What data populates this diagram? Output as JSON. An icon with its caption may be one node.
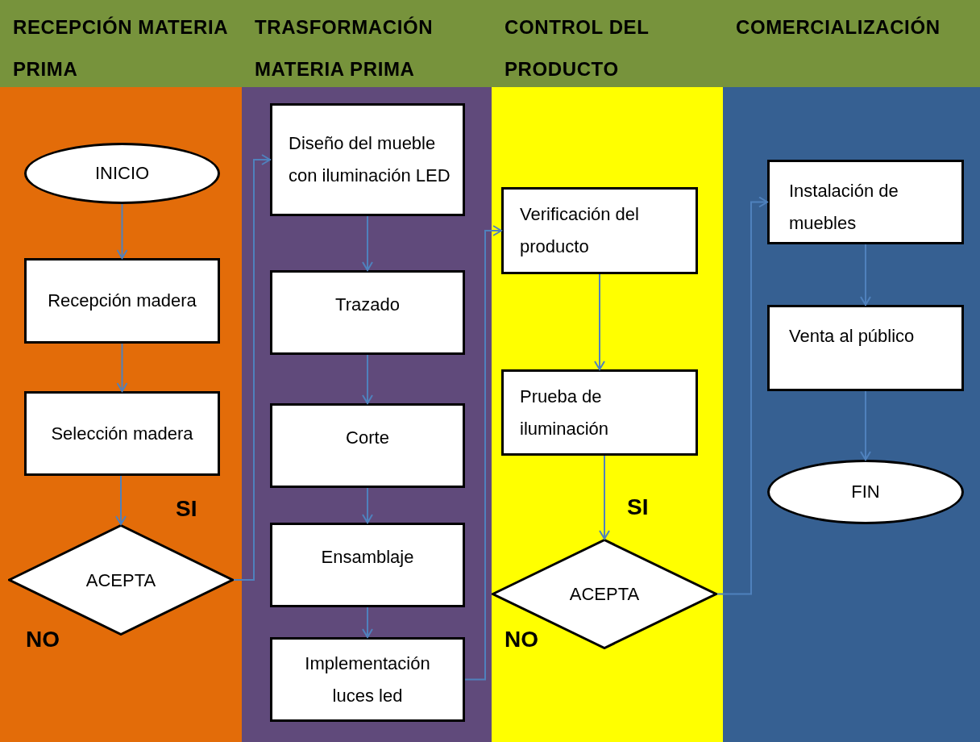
{
  "diagram": {
    "nodes": [
      {
        "text": [
          "RECEPCIÓN MATERIA PRIMA"
        ]
      },
      {
        "text": [
          "TRASFORMACIÓN MATERIA PRIMA"
        ]
      },
      {
        "text": [
          "CONTROL DEL PRODUCTO"
        ]
      },
      {
        "text": [
          "COMERCIALIZACIÓN"
        ]
      },
      {
        "text": [
          "INICIO"
        ],
        "in": 0
      },
      {
        "text": [
          "Recepción madera"
        ],
        "in": 0
      },
      {
        "text": [
          "Selección madera"
        ],
        "in": 0
      },
      {
        "text": [
          "ACEPTA"
        ],
        "in": 0
      },
      {
        "text": [
          "Diseño del mueble con iluminación LED"
        ],
        "in": 1
      },
      {
        "text": [
          "Trazado"
        ],
        "in": 1
      },
      {
        "text": [
          "Corte"
        ],
        "in": 1
      },
      {
        "text": [
          "Ensamblaje"
        ],
        "in": 1
      },
      {
        "text": [
          "Implementación luces led"
        ],
        "in": 1
      },
      {
        "text": [
          "Verificación del producto"
        ],
        "in": 2
      },
      {
        "text": [
          "Prueba de iluminación"
        ],
        "in": 2
      },
      {
        "text": [
          "ACEPTA"
        ],
        "in": 2
      },
      {
        "text": [
          "Instalación de muebles"
        ],
        "in": 3
      },
      {
        "text": [
          "Venta al público"
        ],
        "in": 3
      },
      {
        "text": [
          "FIN"
        ],
        "in": 3
      }
    ],
    "edges": [
      {
        "from": 4,
        "to": 5,
        "arrow": "to"
      },
      {
        "from": 5,
        "to": 6,
        "arrow": "to"
      },
      {
        "from": 6,
        "to": 7,
        "arrow": "to"
      },
      {
        "from": 7,
        "to": 8,
        "arrow": "to"
      },
      {
        "from": 8,
        "to": 9,
        "arrow": "to"
      },
      {
        "from": 9,
        "to": 10,
        "arrow": "to"
      },
      {
        "from": 10,
        "to": 11,
        "arrow": "to"
      },
      {
        "from": 11,
        "to": 12,
        "arrow": "to"
      },
      {
        "from": 12,
        "to": 13,
        "arrow": "to"
      },
      {
        "from": 13,
        "to": 14,
        "arrow": "to"
      },
      {
        "from": 14,
        "to": 15,
        "arrow": "to"
      },
      {
        "from": 15,
        "to": 16,
        "arrow": "to"
      },
      {
        "from": 16,
        "to": 17,
        "arrow": "to"
      },
      {
        "from": 17,
        "to": 18,
        "arrow": "to"
      }
    ],
    "labels": [
      "SI",
      "NO",
      "SI",
      "NO"
    ]
  }
}
